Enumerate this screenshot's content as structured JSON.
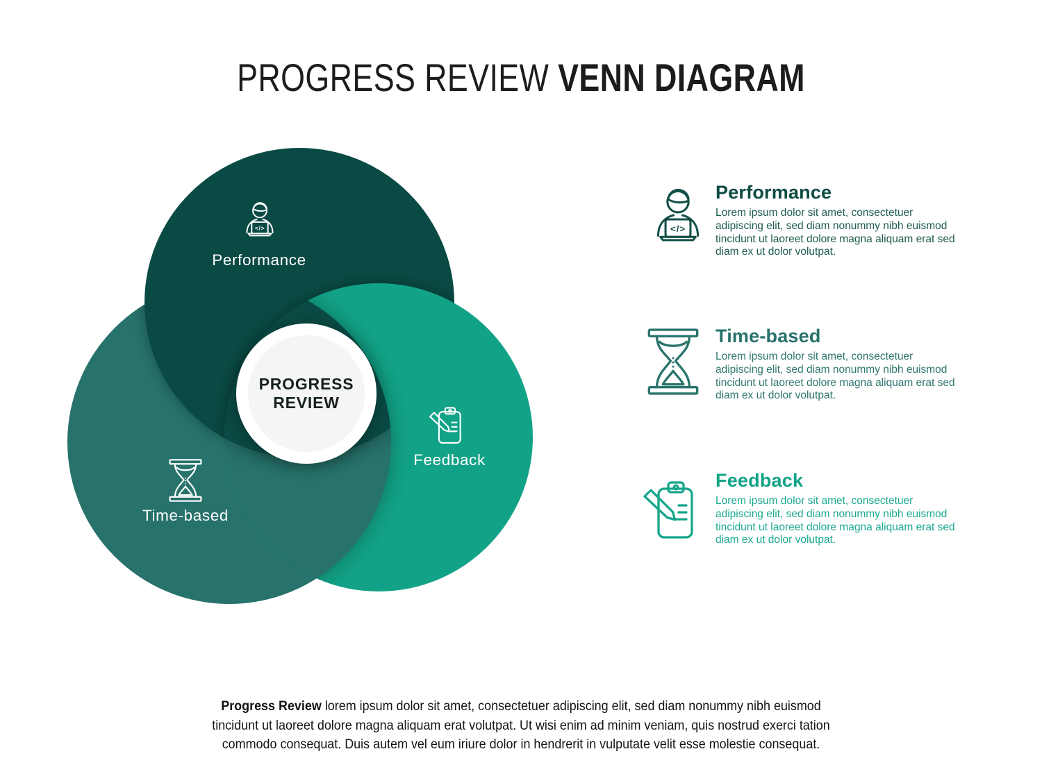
{
  "title": {
    "light": "PROGRESS REVIEW ",
    "bold": "VENN DIAGRAM"
  },
  "colors": {
    "performance_dark_teal": "#0a4a44",
    "time_based_teal": "#27726b",
    "feedback_green": "#12a287",
    "hub_fill": "#ffffff",
    "title_text": "#1c1c1c"
  },
  "venn": {
    "center_line1": "PROGRESS",
    "center_line2": "REVIEW",
    "circles": [
      {
        "label": "Performance",
        "icon": "developer-laptop-icon",
        "color": "#0a4a44"
      },
      {
        "label": "Time-based",
        "icon": "hourglass-icon",
        "color": "#27726b"
      },
      {
        "label": "Feedback",
        "icon": "clipboard-pencil-icon",
        "color": "#12a287"
      }
    ],
    "laptop_code_glyph": "</>"
  },
  "sections": [
    {
      "heading": "Performance",
      "icon": "developer-laptop-icon",
      "color": "#0d4b43",
      "body_lines": [
        "Lorem ipsum dolor sit amet, consectetuer",
        "adipiscing elit, sed diam nonummy nibh euismod",
        "tincidunt ut laoreet dolore magna aliquam erat sed",
        "diam ex ut dolor volutpat."
      ]
    },
    {
      "heading": "Time-based",
      "icon": "hourglass-icon",
      "color": "#27726b",
      "body_lines": [
        "Lorem ipsum dolor sit amet, consectetuer",
        "adipiscing elit, sed diam nonummy nibh euismod",
        "tincidunt ut laoreet dolore magna aliquam erat sed",
        "diam ex ut dolor volutpat."
      ]
    },
    {
      "heading": "Feedback",
      "icon": "clipboard-pencil-icon",
      "color": "#12a287",
      "body_lines": [
        "Lorem ipsum dolor sit amet, consectetuer",
        "adipiscing elit, sed diam nonummy nibh euismod",
        "tincidunt ut laoreet dolore magna aliquam erat sed",
        "diam ex ut dolor volutpat."
      ]
    }
  ],
  "footer": {
    "lead_bold": "Progress Review",
    "line1_rest": " lorem ipsum dolor sit amet, consectetuer adipiscing elit, sed diam nonummy nibh euismod",
    "line2": "tincidunt ut laoreet dolore magna aliquam erat volutpat. Ut wisi enim ad minim veniam, quis nostrud exerci tation",
    "line3": "commodo consequat. Duis autem vel eum iriure dolor in hendrerit in vulputate velit esse molestie consequat."
  }
}
